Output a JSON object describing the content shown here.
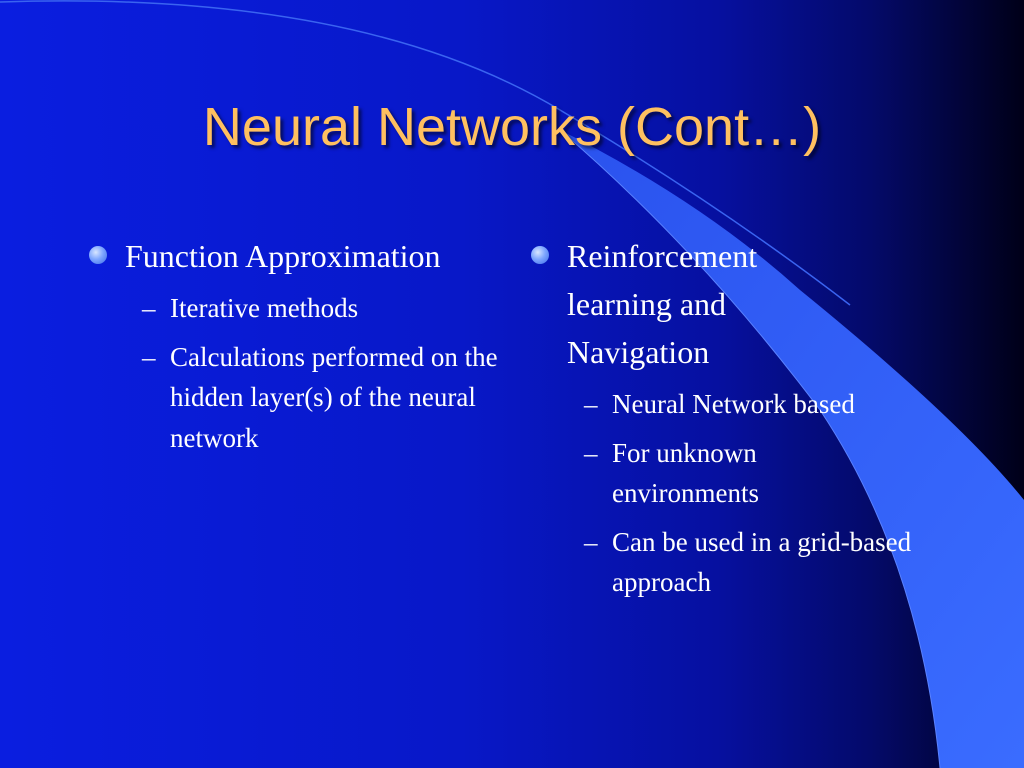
{
  "slide": {
    "title": "Neural Networks (Cont…)",
    "left": {
      "heading": "Function Approximation",
      "subitems": [
        "Iterative methods",
        "Calculations performed on the  hidden layer(s) of the neural network"
      ]
    },
    "right": {
      "heading": "Reinforcement learning and Navigation",
      "subitems": [
        "Neural Network based",
        "For unknown environments",
        "Can be used in a grid-based approach"
      ]
    },
    "dash_glyph": "–"
  },
  "colors": {
    "title": "#ffc060",
    "text": "#ffffff",
    "background": "#0a1ee0",
    "accent_swoosh": "#2e5cf0",
    "bullet": "#7ea6ff"
  }
}
